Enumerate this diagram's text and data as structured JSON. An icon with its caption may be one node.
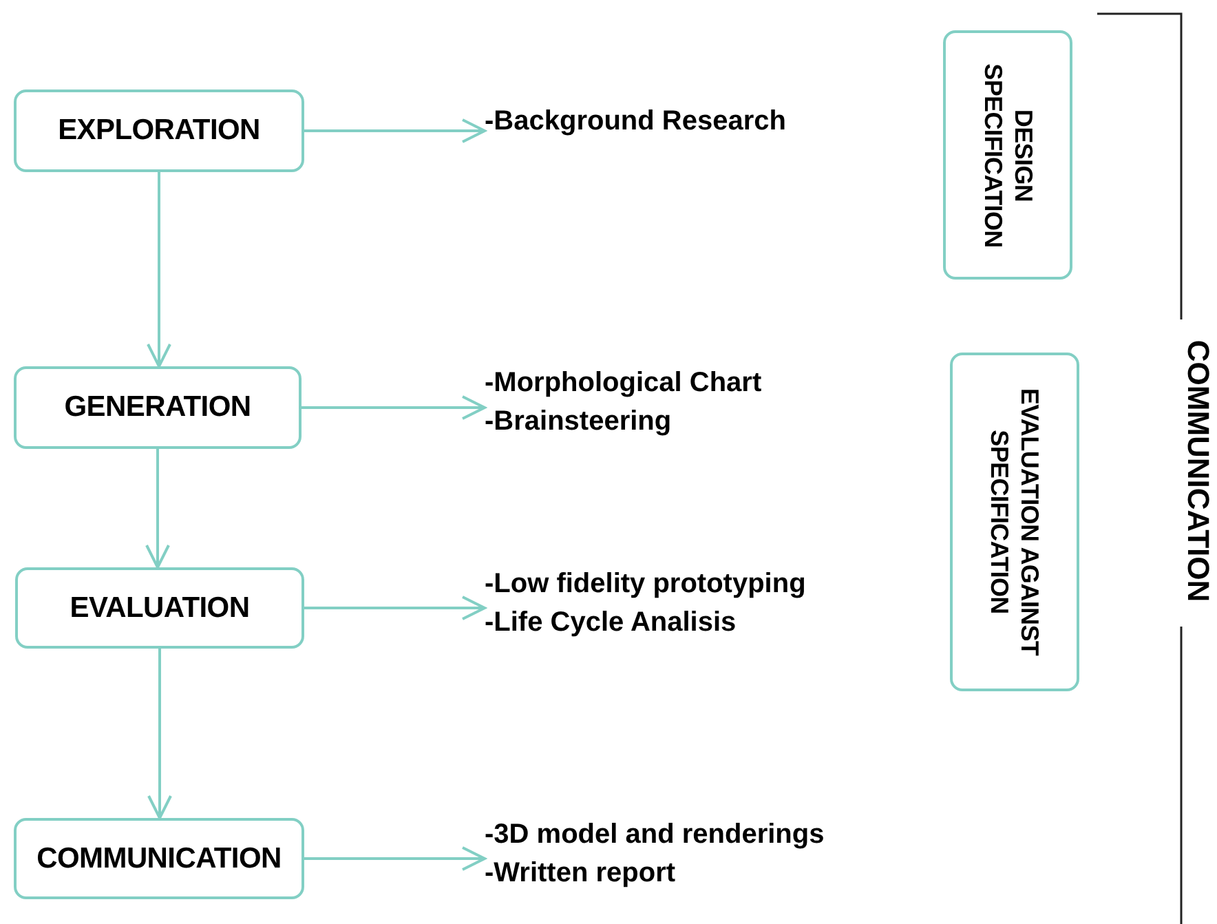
{
  "diagram": {
    "nodes": [
      {
        "text": [
          "EXPLORATION"
        ]
      },
      {
        "text": [
          "-Background Research"
        ]
      },
      {
        "text": [
          "GENERATION"
        ]
      },
      {
        "text": [
          "-Morphological Chart",
          "-Brainsteering"
        ]
      },
      {
        "text": [
          "EVALUATION"
        ]
      },
      {
        "text": [
          "-Low fidelity prototyping",
          "-Life Cycle Analisis"
        ]
      },
      {
        "text": [
          "COMMUNICATION"
        ]
      },
      {
        "text": [
          "-3D model and renderings",
          "-Written report"
        ]
      },
      {
        "text": [
          "DESIGN SPECIFICATION"
        ]
      },
      {
        "text": [
          "EVALUATION AGAINST SPECIFICATION"
        ]
      }
    ],
    "edges": [
      {
        "from": 0,
        "to": 1,
        "arrow": "to"
      },
      {
        "from": 0,
        "to": 2,
        "arrow": "to"
      },
      {
        "from": 2,
        "to": 3,
        "arrow": "to"
      },
      {
        "from": 2,
        "to": 4,
        "arrow": "to"
      },
      {
        "from": 4,
        "to": 5,
        "arrow": "to"
      },
      {
        "from": 4,
        "to": 6,
        "arrow": "to"
      },
      {
        "from": 6,
        "to": 7,
        "arrow": "to"
      }
    ],
    "labels": [
      "COMMUNICATION"
    ]
  }
}
